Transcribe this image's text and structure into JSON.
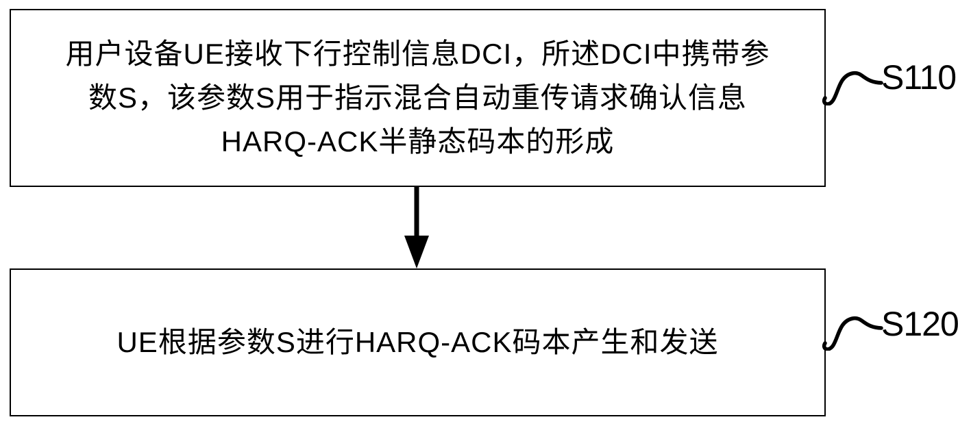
{
  "figure": {
    "background_color": "#ffffff",
    "line_color": "#000000",
    "type": "flowchart"
  },
  "steps": [
    {
      "id": "S110",
      "label": "S110",
      "text_lines": [
        "用户设备UE接收下行控制信息DCI，所述DCI中携带参",
        "数S，该参数S用于指示混合自动重传请求确认信息",
        "HARQ-ACK半静态码本的形成"
      ]
    },
    {
      "id": "S120",
      "label": "S120",
      "text_lines": [
        "UE根据参数S进行HARQ-ACK码本产生和发送"
      ]
    }
  ],
  "connector": {
    "type": "down-arrow",
    "from": "S110",
    "to": "S120"
  }
}
